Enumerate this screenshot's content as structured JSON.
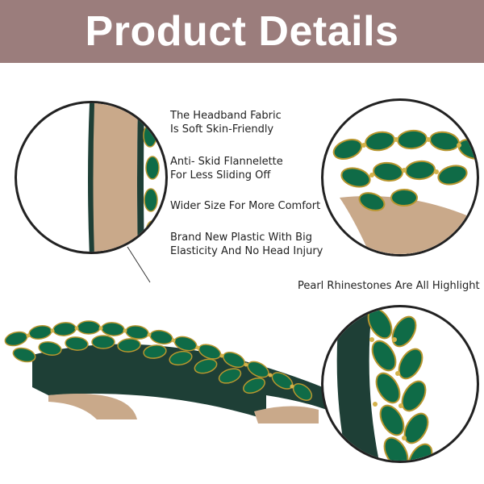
{
  "banner": {
    "title": "Product Details"
  },
  "features": [
    {
      "lines": [
        "The Headband Fabric",
        "Is Soft Skin-Friendly"
      ]
    },
    {
      "lines": [
        "Anti- Skid Flannelette",
        "For Less Sliding Off"
      ]
    },
    {
      "lines": [
        "Wider Size For More Comfort"
      ]
    },
    {
      "lines": [
        "Brand New Plastic With Big",
        "Elasticity And No Head Injury"
      ]
    }
  ],
  "highlight": {
    "text": "Pearl Rhinestones Are All Highlight"
  },
  "colors": {
    "banner": "#9b7d7c",
    "fabric": "#c9a98a",
    "emerald": "#0f6b47",
    "gold": "#b8962e"
  }
}
